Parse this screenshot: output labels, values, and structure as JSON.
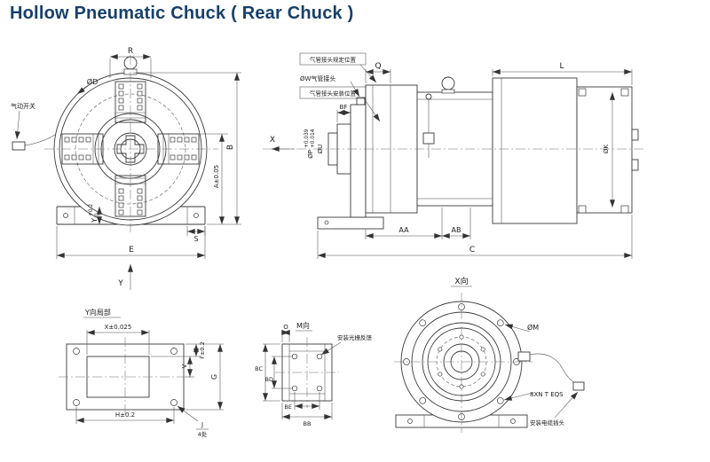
{
  "title": "Hollow Pneumatic Chuck ( Rear Chuck )",
  "front_view": {
    "dim_r": "R",
    "dim_d": "ØD",
    "switch_note": "气动开关",
    "dim_b": "B",
    "dim_a": "A±0.05",
    "dim_s": "S",
    "dim_e": "E",
    "axis_y": "Y",
    "base_dim": "Y",
    "base_tol_upper": "+0.2",
    "base_tol_lower": "0"
  },
  "side_view": {
    "axis_x": "X",
    "dim_q": "Q",
    "dim_l": "L",
    "note_fitting_position": "气管接头规定位置",
    "fitting_label": "ØW气管接头",
    "note_fitting_install": "气管接头安装位置",
    "dim_bf": "BF",
    "dim_u": "ØU",
    "dim_p": "ØP",
    "dim_p_tol_upper": "+0.039",
    "dim_p_tol_lower": "+0.014",
    "dim_k": "ØK",
    "dim_aa": "AA",
    "dim_ab": "AB",
    "dim_c": "C"
  },
  "y_detail_view": {
    "title": "Y向局部",
    "dim_x": "X±0.025",
    "dim_f": "F±0.2",
    "dim_v": "V",
    "dim_g": "G",
    "dim_h": "H±0.2",
    "dim_j": "J",
    "dim_j_places": "4处"
  },
  "m_view": {
    "title": "M向",
    "dim_o": "O",
    "dim_bc": "BC",
    "dim_bd": "BD",
    "dim_be": "BE",
    "dim_bb": "BB",
    "note_grating": "安装光栅反馈"
  },
  "x_view": {
    "title": "X向",
    "dim_m": "ØM",
    "note_holes": "8XN T EQS",
    "note_cable": "安装电缆插头"
  }
}
